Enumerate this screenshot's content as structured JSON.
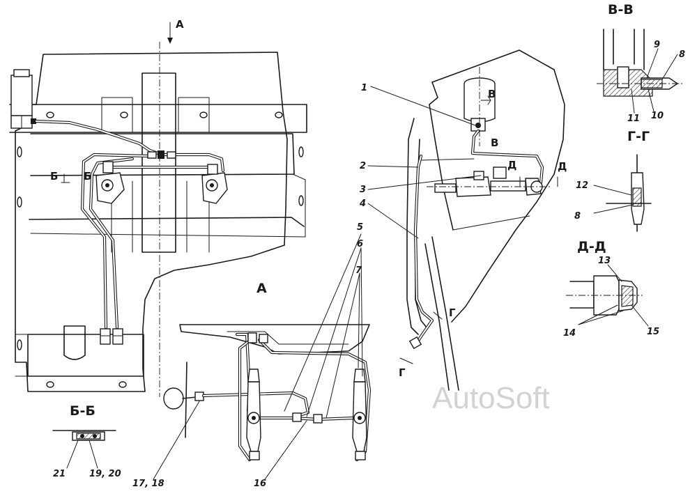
{
  "sections": {
    "view_a_top": "А",
    "view_a_label": "А",
    "section_vv": "В-В",
    "section_gg": "Г-Г",
    "section_dd": "Д-Д",
    "section_bb": "Б-Б"
  },
  "cut_marks": {
    "v1": "В",
    "v2": "В",
    "d1": "Д",
    "d2": "Д",
    "g1": "Г",
    "g2": "Г",
    "b1": "Б",
    "b2": "Б"
  },
  "callouts": {
    "c1": "1",
    "c2": "2",
    "c3": "3",
    "c4": "4",
    "c5": "5",
    "c6": "6",
    "c7": "7",
    "c8a": "8",
    "c8b": "8",
    "c9": "9",
    "c10": "10",
    "c11": "11",
    "c12": "12",
    "c13": "13",
    "c14": "14",
    "c15": "15",
    "c16": "16",
    "c1718": "17, 18",
    "c1920": "19, 20",
    "c21": "21"
  },
  "watermark": "AutoSoft"
}
